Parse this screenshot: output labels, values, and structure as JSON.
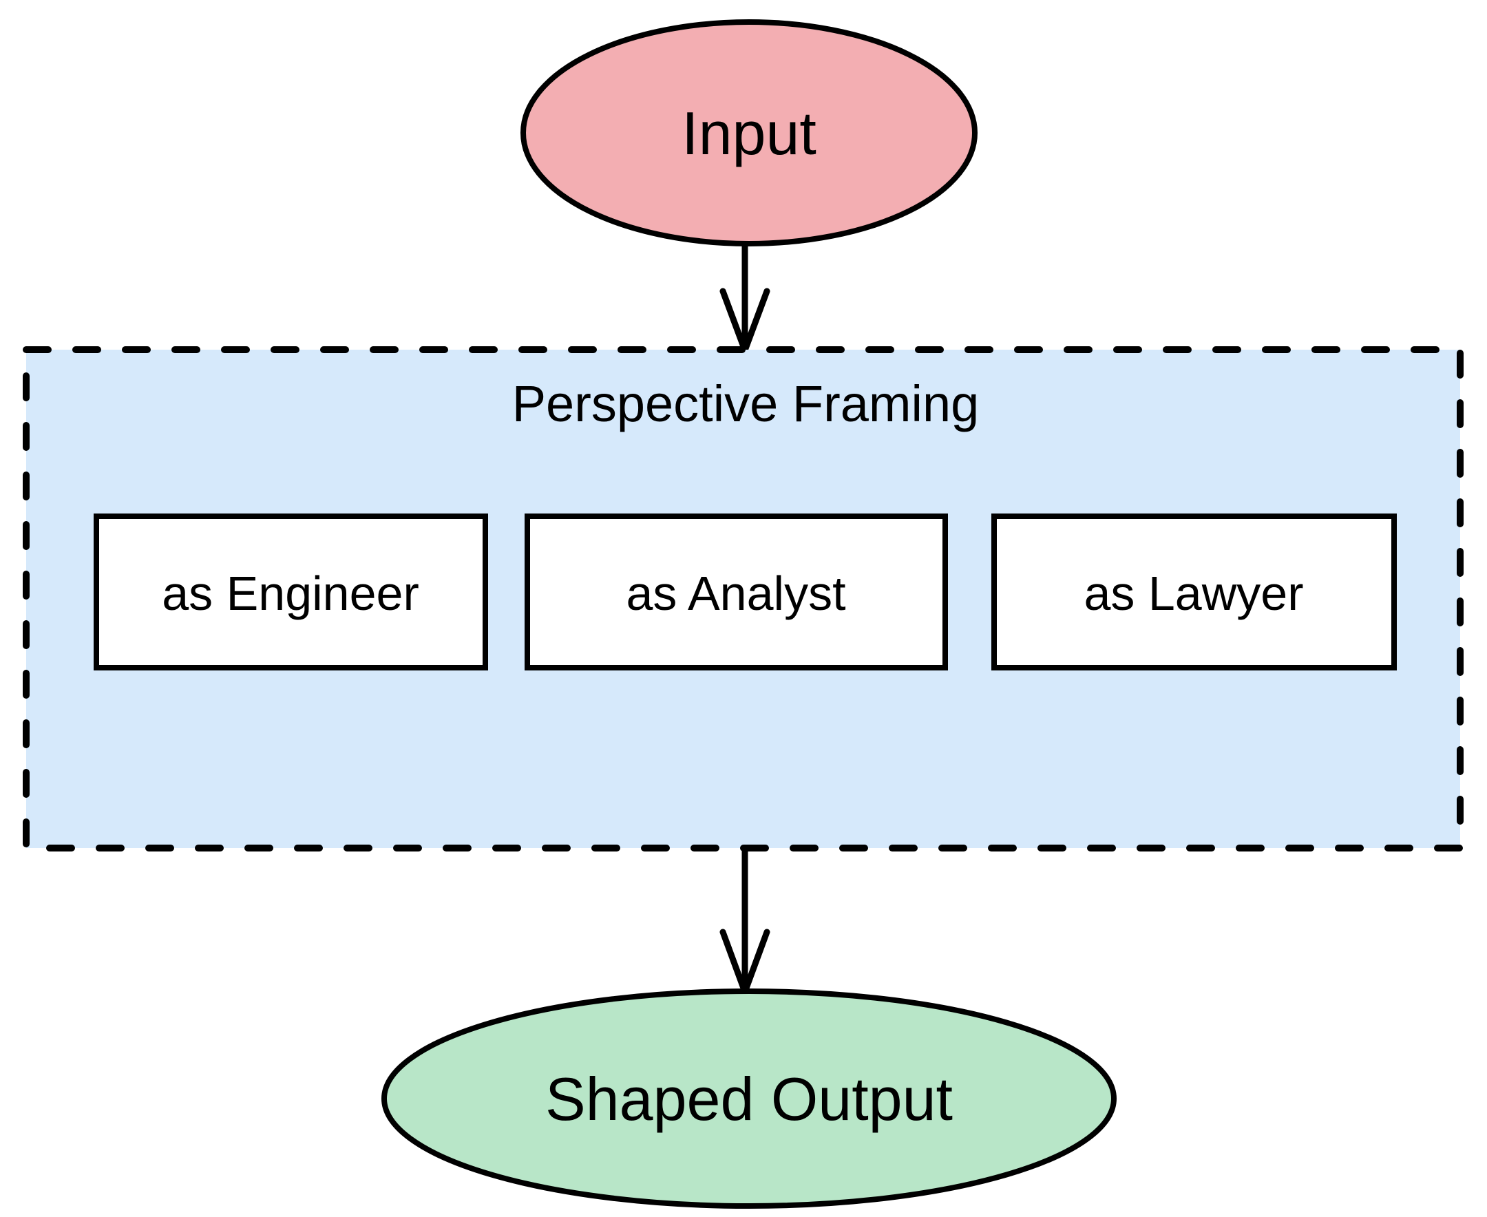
{
  "input_node": {
    "label": "Input",
    "fill": "#F3AEB2"
  },
  "framing_container": {
    "title": "Perspective Framing",
    "fill": "#D6E9FB"
  },
  "perspectives": [
    {
      "label": "as Engineer"
    },
    {
      "label": "as Analyst"
    },
    {
      "label": "as Lawyer"
    }
  ],
  "output_node": {
    "label": "Shaped Output",
    "fill": "#B8E6C8"
  },
  "colors": {
    "stroke": "#000000",
    "background": "#FFFFFF",
    "box_fill": "#FFFFFF"
  }
}
